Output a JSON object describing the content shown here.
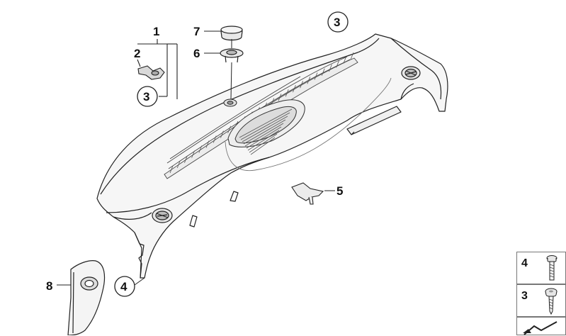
{
  "labels": {
    "l1": "1",
    "l2": "2",
    "l3a": "3",
    "l3b": "3",
    "l4": "4",
    "l5": "5",
    "l6": "6",
    "l7": "7",
    "l8": "8"
  },
  "side_panel": {
    "item_top": "4",
    "item_bottom": "3"
  }
}
